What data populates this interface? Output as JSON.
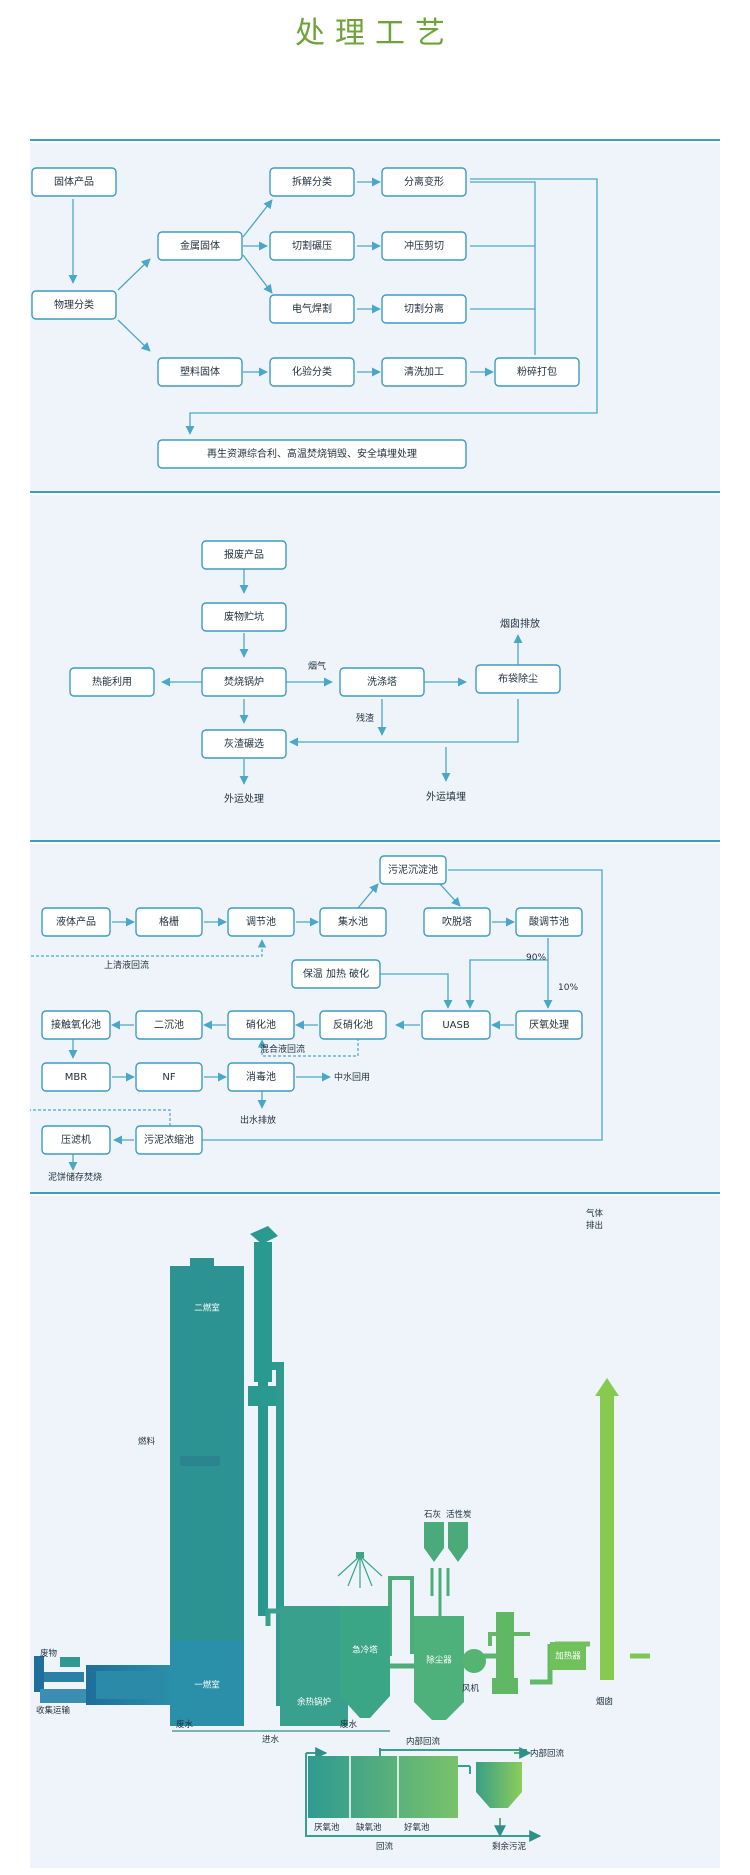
{
  "title": "处理工艺",
  "solid": {
    "b1": "固体产品",
    "b2": "物理分类",
    "b3": "金属固体",
    "b4": "塑料固体",
    "b5": "拆解分类",
    "b6": "切割碾压",
    "b7": "电气焊割",
    "b8": "化验分类",
    "b9": "分离变形",
    "b10": "冲压剪切",
    "b11": "切割分离",
    "b12": "清洗加工",
    "b13": "粉碎打包",
    "b14": "再生资源综合利、高温焚烧销毁、安全填埋处理"
  },
  "incin": {
    "b1": "报废产品",
    "b2": "废物贮坑",
    "b3": "焚烧锅炉",
    "b4": "热能利用",
    "b5": "洗涤塔",
    "b6": "布袋除尘",
    "b7": "烟囱排放",
    "b8": "灰渣碾选",
    "l1": "烟气",
    "l2": "残渣",
    "l3": "外运处理",
    "l4": "外运填埋"
  },
  "liquid": {
    "b1": "液体产品",
    "b2": "格栅",
    "b3": "调节池",
    "b4": "集水池",
    "b5": "污泥沉淀池",
    "b6": "吹脱塔",
    "b7": "酸调节池",
    "b8": "保温  加热  破化",
    "b9": "UASB",
    "b10": "厌氧处理",
    "b11": "反硝化池",
    "b12": "硝化池",
    "b13": "二沉池",
    "b14": "接触氧化池",
    "b15": "MBR",
    "b16": "NF",
    "b17": "消毒池",
    "b18": "压滤机",
    "b19": "污泥浓缩池",
    "l1": "上清液回流",
    "l2": "90%",
    "l3": "10%",
    "l4": "混合液回流",
    "l5": "中水回用",
    "l6": "出水排放",
    "l7": "泥饼储存焚烧"
  },
  "plant": {
    "waste": "废物",
    "collect": "收集运输",
    "fuel": "燃料",
    "ch1": "一燃室",
    "ch2": "二燃室",
    "ww1": "废水",
    "boiler": "余热锅炉",
    "quench": "急冷塔",
    "ww2": "废水",
    "lime": "石灰",
    "carbon": "活性炭",
    "dust": "除尘器",
    "fan": "风机",
    "heater": "加热器",
    "gas": "气体",
    "exhaust": "排出",
    "chimney": "烟囱",
    "inflow": "进水",
    "anaerobic": "厌氧池",
    "anoxic": "缺氧池",
    "aerobic": "好氧池",
    "reflux_in": "内部回流",
    "reflux_in2": "内部回流",
    "reflux": "回流",
    "sludge": "剩余污泥"
  }
}
